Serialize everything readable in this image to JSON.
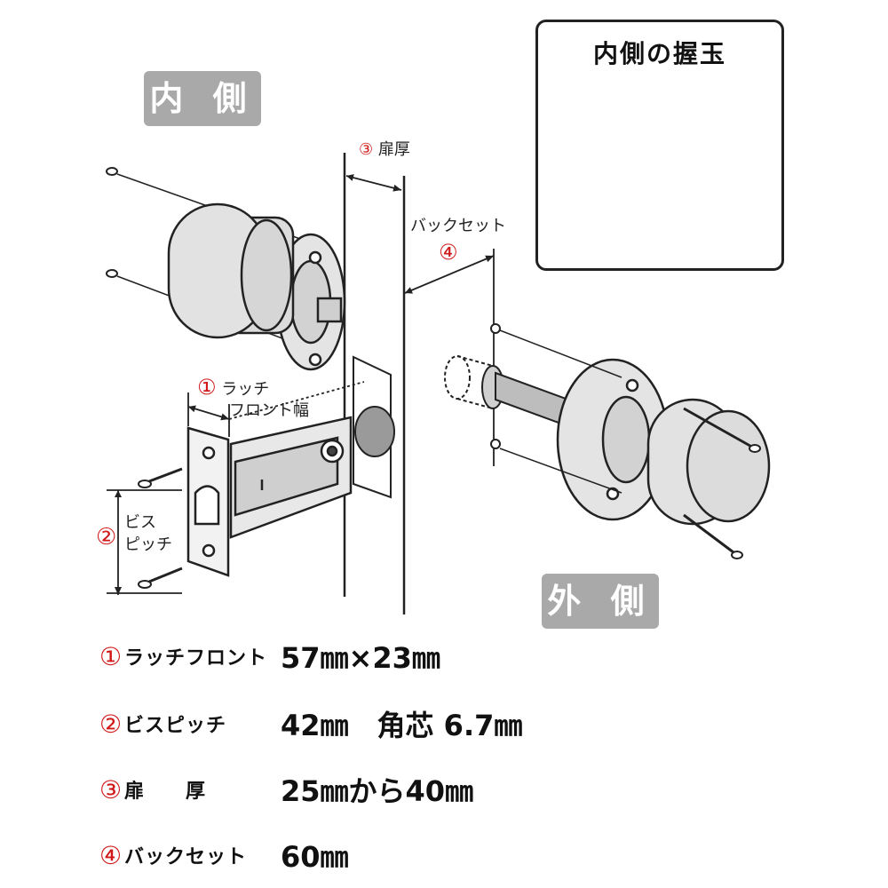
{
  "labels": {
    "inside": "内 側",
    "outside": "外 側",
    "inset_title": "内側の握玉",
    "door_thickness": {
      "num": "③",
      "text": "扉厚"
    },
    "backset": {
      "text": "バックセット",
      "num": "④"
    },
    "latch_front_width": {
      "num": "①",
      "line1": "ラッチ",
      "line2": "フロント幅"
    },
    "screw_pitch": {
      "num": "②",
      "line1": "ビス",
      "line2": "ピッチ"
    }
  },
  "specs": [
    {
      "num": "①",
      "name": "ラッチフロント",
      "value": "57㎜×23㎜"
    },
    {
      "num": "②",
      "name": "ビスピッチ",
      "value": "42㎜　角芯 6.7㎜"
    },
    {
      "num": "③",
      "name": "扉　　厚",
      "value": "25㎜から40㎜"
    },
    {
      "num": "④",
      "name": "バックセット",
      "value": "60㎜"
    }
  ]
}
